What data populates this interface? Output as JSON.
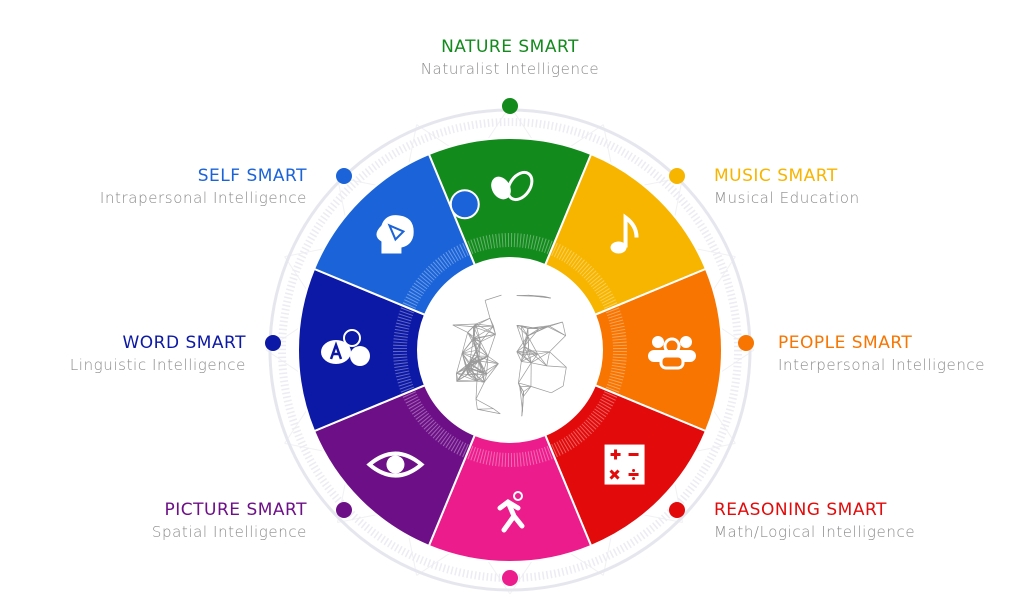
{
  "center": {
    "icon": "brain-icon"
  },
  "segments": [
    {
      "id": "nature",
      "title": "NATURE SMART",
      "subtitle": "Naturalist Intelligence",
      "color": "#128a1c",
      "icon": "leaf-icon"
    },
    {
      "id": "music",
      "title": "MUSIC SMART",
      "subtitle": "Musical Education",
      "color": "#f7b500",
      "icon": "music-note-icon"
    },
    {
      "id": "people",
      "title": "PEOPLE SMART",
      "subtitle": "Interpersonal Intelligence",
      "color": "#f77500",
      "icon": "people-group-icon"
    },
    {
      "id": "reasoning",
      "title": "REASONING SMART",
      "subtitle": "Math/Logical Intelligence",
      "color": "#e20a0a",
      "icon": "calculator-icon"
    },
    {
      "id": "body",
      "title": "",
      "subtitle": "",
      "color": "#ec1c8c",
      "icon": "running-person-icon"
    },
    {
      "id": "picture",
      "title": "PICTURE SMART",
      "subtitle": "Spatial Intelligence",
      "color": "#6d1088",
      "icon": "eye-icon"
    },
    {
      "id": "word",
      "title": "WORD SMART",
      "subtitle": "Linguistic Intelligence",
      "color": "#0c18a6",
      "icon": "translate-speech-icon"
    },
    {
      "id": "self",
      "title": "SELF SMART",
      "subtitle": "Intrapersonal Intelligence",
      "color": "#1a63d8",
      "icon": "head-network-icon"
    }
  ]
}
